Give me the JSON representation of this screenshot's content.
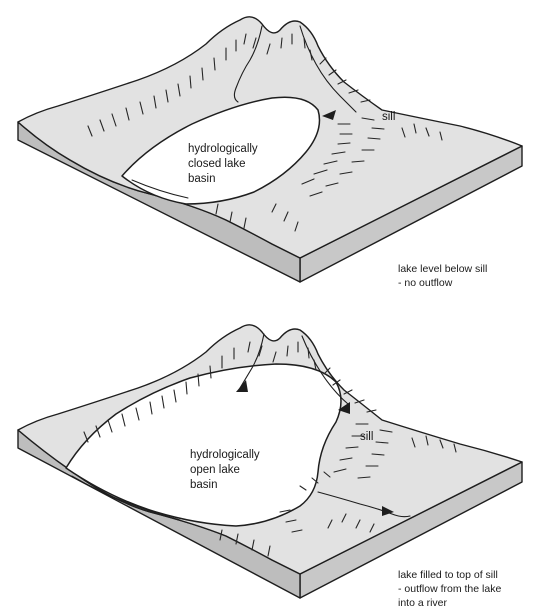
{
  "closed_basin": {
    "lake_label": [
      "hydrologically",
      "closed lake",
      "basin"
    ],
    "sill_label": "sill",
    "caption": [
      "lake level below sill",
      "- no outflow"
    ]
  },
  "open_basin": {
    "lake_label": [
      "hydrologically",
      "open lake",
      "basin"
    ],
    "sill_label": "sill",
    "caption": [
      "lake filled to top of sill",
      "- outflow from the lake",
      "into a river"
    ]
  }
}
